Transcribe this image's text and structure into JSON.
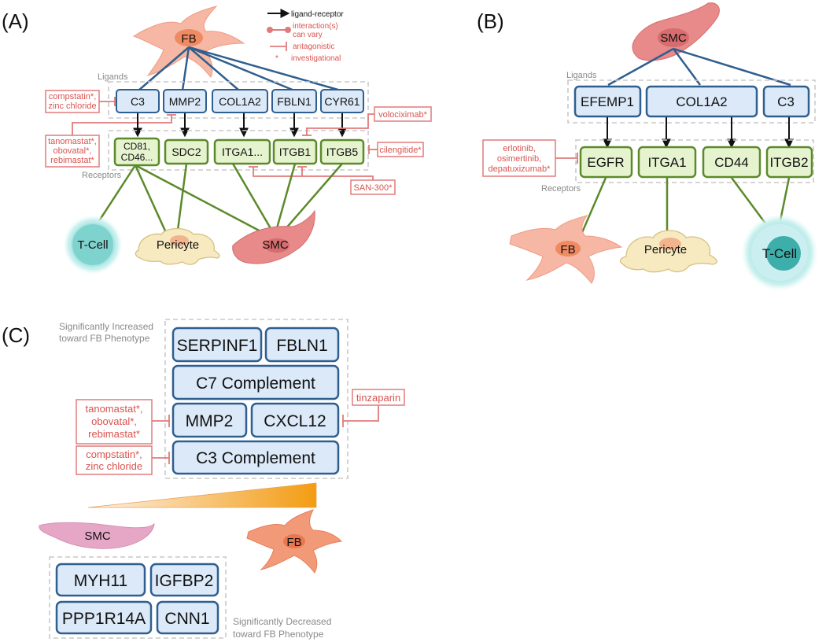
{
  "panelA": {
    "letter": "(A)",
    "cells": {
      "fb": "FB",
      "tcell": "T-Cell",
      "pericyte": "Pericyte",
      "smc": "SMC"
    },
    "legend": {
      "ligand_receptor": "ligand-receptor",
      "interaction_line1": "interaction(s)",
      "interaction_line2": "can vary",
      "antagonistic": "antagonistic",
      "star": "*",
      "investigational": "investigational"
    },
    "ligands_label": "Ligands",
    "receptors_label": "Receptors",
    "ligands": [
      "C3",
      "MMP2",
      "COL1A2",
      "FBLN1",
      "CYR61"
    ],
    "receptors": {
      "cd81_line1": "CD81,",
      "cd81_line2": "CD46...",
      "sdc2": "SDC2",
      "itga1": "ITGA1...",
      "itgb1": "ITGB1",
      "itgb5": "ITGB5"
    },
    "drugs": {
      "compstatin_line1": "compstatin*,",
      "compstatin_line2": "zinc chloride",
      "tanomastat_line1": "tanomastat*,",
      "tanomastat_line2": "obovatal*,",
      "tanomastat_line3": "rebimastat*",
      "volociximab": "volociximab*",
      "cilengitide": "cilengitide*",
      "san300": "SAN-300*"
    }
  },
  "panelB": {
    "letter": "(B)",
    "cells": {
      "smc": "SMC",
      "fb": "FB",
      "pericyte": "Pericyte",
      "tcell": "T-Cell"
    },
    "ligands_label": "Ligands",
    "receptors_label": "Receptors",
    "ligands": [
      "EFEMP1",
      "COL1A2",
      "C3"
    ],
    "receptors": [
      "EGFR",
      "ITGA1",
      "CD44",
      "ITGB2"
    ],
    "drugs": {
      "line1": "erlotinib,",
      "line2": "osimertinib,",
      "line3": "depatuxizumab*"
    }
  },
  "panelC": {
    "letter": "(C)",
    "increased_line1": "Significantly Increased",
    "increased_line2": "toward FB Phenotype",
    "decreased_line1": "Significantly Decreased",
    "decreased_line2": "toward FB Phenotype",
    "increased_genes": {
      "serpinf1": "SERPINF1",
      "fbln1": "FBLN1",
      "c7": "C7 Complement",
      "mmp2": "MMP2",
      "cxcl12": "CXCL12",
      "c3": "C3 Complement"
    },
    "decreased_genes": {
      "myh11": "MYH11",
      "igfbp2": "IGFBP2",
      "ppp1r14a": "PPP1R14A",
      "cnn1": "CNN1"
    },
    "drugs": {
      "tanomastat_line1": "tanomastat*,",
      "tanomastat_line2": "obovatal*,",
      "tanomastat_line3": "rebimastat*",
      "compstatin_line1": "compstatin*,",
      "compstatin_line2": "zinc chloride",
      "tinzaparin": "tinzaparin"
    },
    "cells": {
      "smc": "SMC",
      "fb": "FB"
    }
  },
  "colors": {
    "ligand_fill": "#dbe9f8",
    "ligand_stroke": "#2f5f8f",
    "receptor_fill": "#e6f3cf",
    "receptor_stroke": "#5c8a2a",
    "drug": "#d9534f",
    "fb_cell": "#f6b7a4",
    "smc_cell": "#e8898a",
    "tcell": "#7fd3cf",
    "pericyte": "#f7eac0",
    "gradient_start": "#fbe9dc",
    "gradient_end": "#f39c12"
  }
}
